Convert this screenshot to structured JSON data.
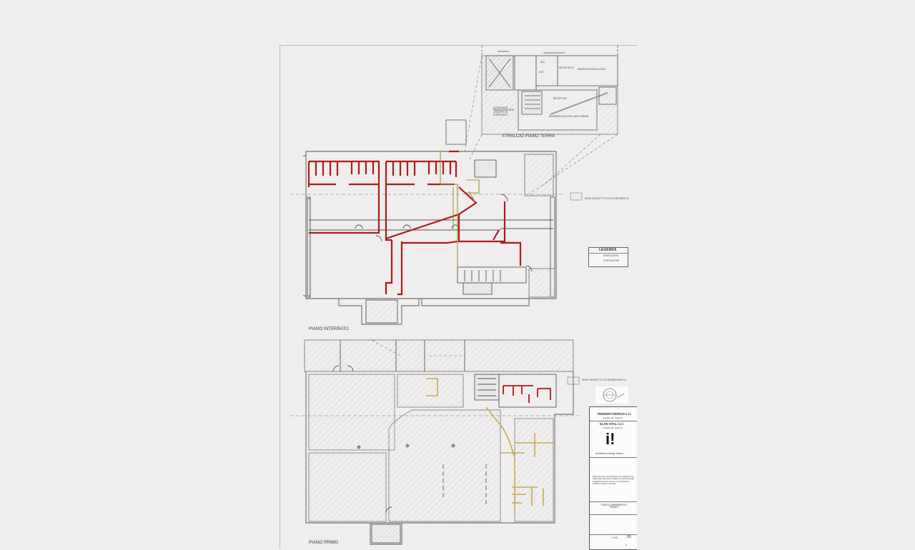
{
  "labels": {
    "stralcio": "STRALCIO PIANO TERRA",
    "piano_interrato": "PIANO INTERRATO",
    "piano_primo": "PIANO PRIMO",
    "non_oggetto_1": "NON OGGETTO DI INTERVENTO",
    "non_oggetto_2": "NON OGGETTO DI INTERVENTO"
  },
  "ground_rooms": {
    "rampa": "RAMPA ESTERNA IN DISU",
    "reception": "RECEPTION",
    "wc": "W.C.",
    "ant": "ANT.",
    "ripostiglio": "RIPOSTIGLIO",
    "altra_unita": "ALTRA UNITA' IMMOBILIARE NON OGGETTO DI INTERVENTO",
    "ingresso": "INGRESSO AD ALTRA UNITA' IMMOB."
  },
  "legend": {
    "title": "LEGENDA",
    "items": [
      {
        "label": "DEMOLIZIONI",
        "color": "#e8d24a"
      },
      {
        "label": "COSTRUZIONI",
        "color": "#c8141e"
      }
    ]
  },
  "colors": {
    "wall": "#555555",
    "construction": "#b01a1a",
    "demolition": "#9a9a2a",
    "demolition_gold": "#c8a850",
    "hatch": "#c9c9c9"
  },
  "title_block": {
    "client": "TREMONTI BORGO s.r.l.",
    "client_addr": "via Italia, 00 - Palermo",
    "tenant": "ELAN VITAL s.r.l.",
    "tenant_addr": "via Italia, 00 - Palermo",
    "logo_text": "i!",
    "studio": "architettura design interior",
    "project_text": "Manutenzione straordinaria con ampliamento della sala palestra e relativa formazione degli spogliatoi al piano primo e il successivo riutilizzo al piano interrato",
    "drawing_title": "STATO COMPARATIVO PIANTE",
    "scale": "1:100",
    "sheet": "03",
    "revision": "0"
  },
  "stamp": "stamp-icon"
}
